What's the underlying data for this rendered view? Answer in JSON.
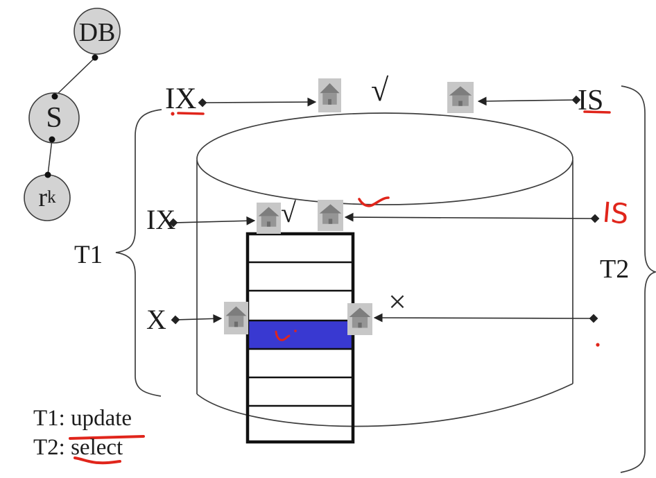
{
  "colors": {
    "annotation_red": "#e0251b",
    "row_highlight": "#3939d1",
    "node_fill": "#d3d3d3",
    "icon_bg": "#c7c7c7",
    "icon_glyph": "#8d8d8d",
    "line": "#333333"
  },
  "hierarchy": {
    "db": "DB",
    "s": "S",
    "r_base": "r",
    "r_sub": "k"
  },
  "db_level": {
    "t1_lock": "IX",
    "check": "√",
    "t2_lock": "IS"
  },
  "table_level": {
    "t1_lock": "IX",
    "check": "√",
    "t2_lock_handwritten": "IS"
  },
  "row_level": {
    "t1_lock": "X",
    "conflict_cross": "×"
  },
  "braces": {
    "t1": "T1",
    "t2": "T2"
  },
  "legend": {
    "t1": "T1: update",
    "t2": "T2: select"
  },
  "icons": {
    "lock": "lock-icon"
  }
}
